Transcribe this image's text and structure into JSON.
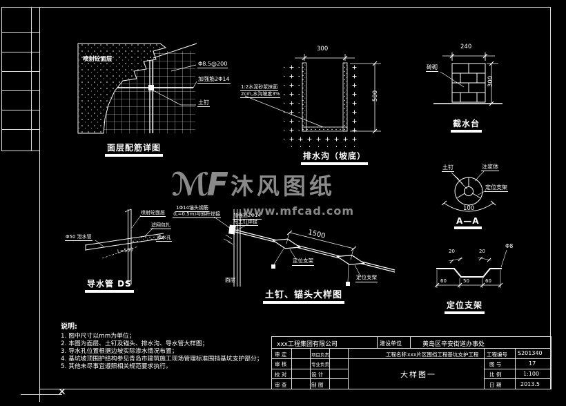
{
  "watermark": {
    "logo": "ℳF",
    "brand": "沐风图纸",
    "url": "www.mfcad.com"
  },
  "sheet": {
    "x_mark": "✕"
  },
  "details": {
    "mianceng": {
      "title": "面层配筋详图",
      "soil": "喷射砼面层",
      "mesh": "Φ8.5@200",
      "rib": "加强筋2Φ14",
      "nail": "土钉"
    },
    "paishuigou": {
      "title": "排水沟（坡底）",
      "note1": "1:2水泥砂浆抹面",
      "note2": "2cm,水沟坡度3%",
      "dim_w": "300",
      "dim_h": "500"
    },
    "jieshuitai": {
      "title": "截水台",
      "label": "砖砌",
      "dim_w": "240",
      "dim_h": "300"
    },
    "aa": {
      "title": "A—A",
      "nail": "土钉",
      "grout": "注浆体",
      "bracket": "定位支架",
      "dim": "100"
    },
    "maotou": {
      "title": "土钉、锚头大样图",
      "plate1": "1Φ14锚头钢筋",
      "plate2": "(L=0.5m)与斜杆焊接",
      "rib1": "加强筋2Φ14",
      "rib2": "与土钉焊接",
      "bracket1": "定位支架",
      "bracket2": "定位支架",
      "dim": "1500",
      "face": "面层"
    },
    "daoshuiguan": {
      "title": "导水管 DS",
      "shotcrete": "喷射砼面层",
      "wrap": "滤网包扎",
      "pipe": "Φ50 泄水管",
      "hole": "渗水孔",
      "len": "L=500"
    },
    "zhijia": {
      "title": "定位支架",
      "bar": "Φ8",
      "top1": "20",
      "top2": "20",
      "b1": "60",
      "b2": "50",
      "b3": "60"
    }
  },
  "notes": {
    "heading": "说明:",
    "items": [
      "1. 图中尺寸以mm为单位；",
      "2. 本图为面层、土钉及锚头、排水沟、导水管大样图；",
      "3. 导水孔位置根据边坡实际渗水情况布置；",
      "4. 基坑坡顶围护结构参见青岛市建筑施工现场管理标准围挡基坑支护部分；",
      "5. 其他未尽事宜遵照相关规范要求执行。"
    ]
  },
  "titleblock": {
    "company": "xxx工程集团有限公司",
    "owner_label": "建设单位",
    "owner": "黄岛区辛安街道办事处",
    "project_label": "工程名称",
    "project": "xxx片区围挡工程基坑支护工程",
    "no_label": "工程编号",
    "no": "S201340",
    "fig_label": "图 号",
    "fig": "17",
    "scale_label": "比 例",
    "scale": "1:100",
    "date_label": "日 期",
    "date": "2013.5",
    "drawing_title": "大样图一",
    "sign_rows": [
      {
        "c1": "审 定",
        "c2": "项目负责"
      },
      {
        "c1": "审 核",
        "c2": "专业负责"
      },
      {
        "c1": "校 对",
        "c2": "设 计"
      },
      {
        "c1": "审 查",
        "c2": "制 图"
      }
    ]
  }
}
